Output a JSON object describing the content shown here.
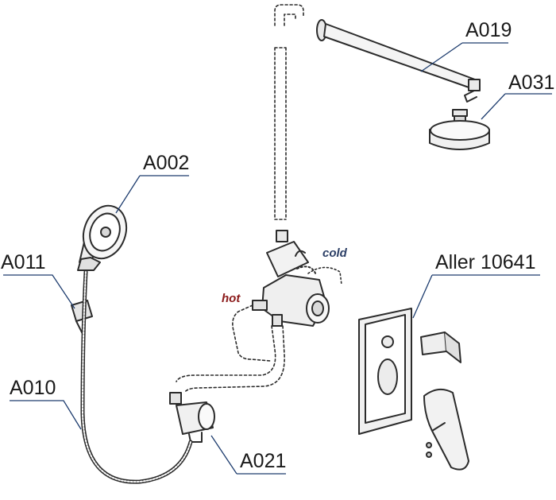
{
  "labels": {
    "a019": "A019",
    "a031": "A031",
    "a002": "A002",
    "a011": "A011",
    "aller": "Aller 10641",
    "a010": "A010",
    "a021": "A021"
  },
  "flow": {
    "cold": "cold",
    "hot": "hot"
  },
  "colors": {
    "line": "#2b2b2b",
    "leader": "#1d3c6e",
    "cold": "#2c3f66",
    "hot": "#8b1a1a",
    "fill": "#e9e9e9"
  }
}
